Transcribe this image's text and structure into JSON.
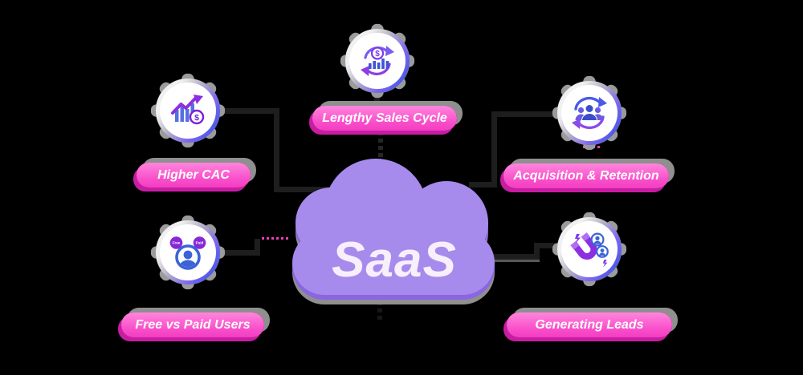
{
  "diagram": {
    "title": "SaaS",
    "background": "#000000",
    "cloud": {
      "fill": "#a78bec",
      "lip": "#8a66e0",
      "rim": "#8f8f8f",
      "text_color": "#f8effc"
    },
    "pill": {
      "fill_top": "#ff85dc",
      "fill_bottom": "#f23ec2",
      "shadow_gray": "#8f8f8f",
      "shadow_magenta": "#c81da2",
      "text_color": "#ffffff"
    },
    "accents": {
      "purple": "#8b2fe0",
      "blue": "#3b63d8",
      "indigo": "#4053d6",
      "pink_dots": "#ef3eb8"
    },
    "glyphs": {
      "dollar": "$"
    },
    "nodes": [
      {
        "id": "lengthy-sales-cycle",
        "label": "Lengthy Sales Cycle",
        "icon": "dollar-growth-cycle-icon"
      },
      {
        "id": "higher-cac",
        "label": "Higher CAC",
        "icon": "rising-chart-dollar-icon"
      },
      {
        "id": "acquisition-retention",
        "label": "Acquisition & Retention",
        "icon": "users-refresh-icon"
      },
      {
        "id": "free-vs-paid-users",
        "label": "Free vs Paid Users",
        "icon": "user-avatar-badges-icon",
        "badge_free": "Free",
        "badge_paid": "Paid"
      },
      {
        "id": "generating-leads",
        "label": "Generating Leads",
        "icon": "lead-magnet-icon"
      }
    ]
  }
}
